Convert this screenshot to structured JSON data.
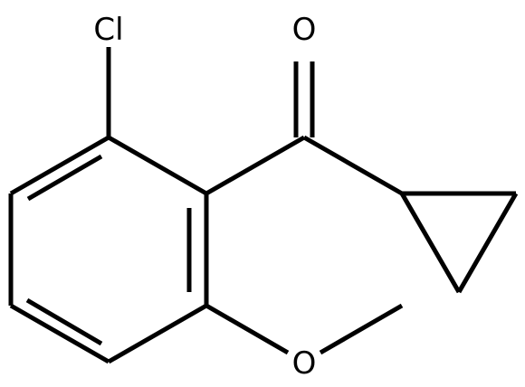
{
  "molecule": {
    "atoms": {
      "chlorine": "Cl",
      "carbonyl_oxygen": "O",
      "ether_oxygen": "O"
    }
  },
  "colors": {
    "bond": "#000000",
    "background": "#ffffff"
  }
}
